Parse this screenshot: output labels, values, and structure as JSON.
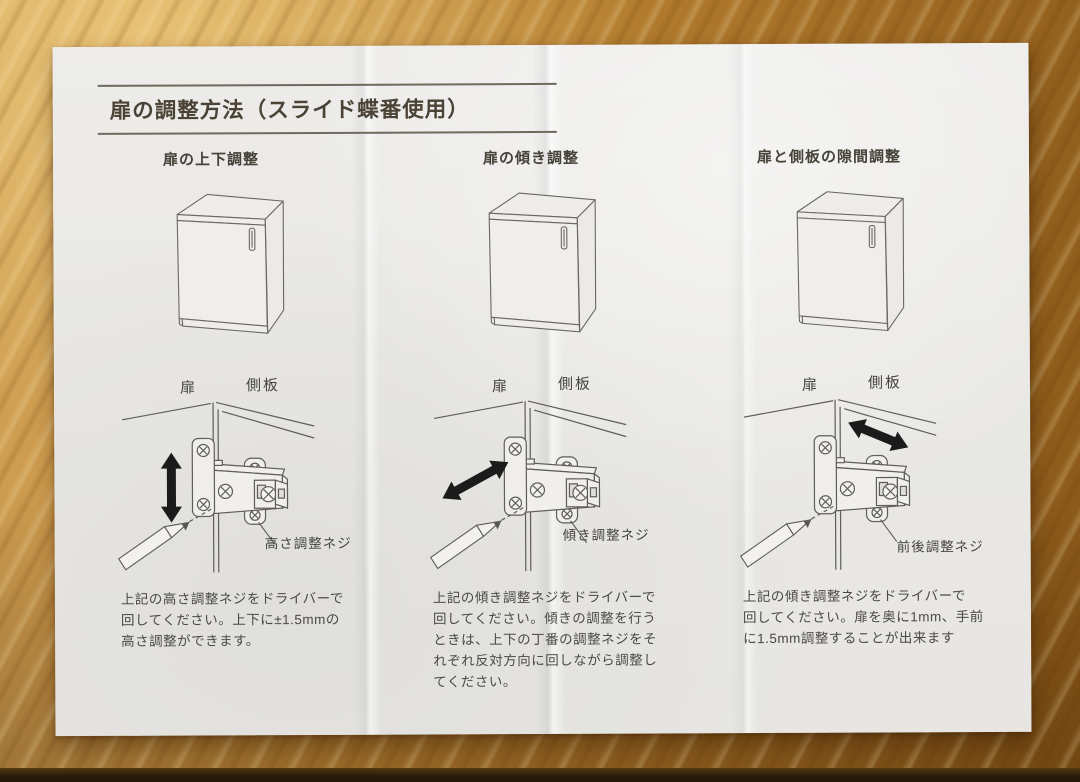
{
  "sheet": {
    "title": "扉の調整方法（スライド蝶番使用）",
    "sections": [
      {
        "heading": "扉の上下調整",
        "door_label": "扉",
        "side_panel_label": "側板",
        "screw_label": "高さ調整ネジ",
        "arrow_type": "up-down",
        "body": "上記の高さ調整ネジをドライバーで\n回してください。上下に±1.5mmの\n高さ調整ができます。"
      },
      {
        "heading": "扉の傾き調整",
        "door_label": "扉",
        "side_panel_label": "側板",
        "screw_label": "傾き調整ネジ",
        "arrow_type": "tilt",
        "body": "上記の傾き調整ネジをドライバーで\n回してください。傾きの調整を行う\nときは、上下の丁番の調整ネジをそ\nれぞれ反対方向に回しながら調整し\nてください。"
      },
      {
        "heading": "扉と側板の隙間調整",
        "door_label": "扉",
        "side_panel_label": "側板",
        "screw_label": "前後調整ネジ",
        "arrow_type": "front-back",
        "body": "上記の傾き調整ネジをドライバーで\n回してください。扉を奥に1mm、手前\nに1.5mm調整することが出来ます"
      }
    ]
  },
  "colors": {
    "paper": "#e9e8e4",
    "ink": "#4b4a45",
    "title_ink": "#4a4336",
    "line_art": "#5f5d57",
    "arrow_black": "#1b1b1b",
    "wood_light": "#d2a357",
    "wood_dark": "#8a5818",
    "table_edge": "#2b1c0b"
  }
}
